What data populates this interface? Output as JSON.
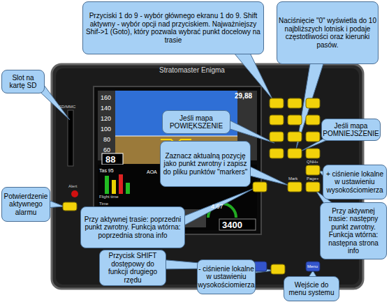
{
  "diagram": {
    "nodes": [
      {
        "text": [
          "Przyciski 1 do 9 - wybór głównego ekranu 1 do 9. Shift aktywny - wybór opcji nad przyciskiem. Najważniejszy Shif->1 (Goto), który pozwala wybrać punkt docelowy na trasie"
        ]
      },
      {
        "text": [
          "Naciśnięcie \"0\" wyświetla do 10 najbliższych lotnisk i podaje częstotliwości oraz kierunki pasów."
        ]
      },
      {
        "text": [
          "Slot na kartę SD"
        ]
      },
      {
        "text": [
          "Jeśli mapa POWIĘKSZENIE"
        ]
      },
      {
        "text": [
          "Jeśli mapa POMNIEJSZENIE"
        ]
      },
      {
        "text": [
          "Zaznacz aktualną pozycję jako punkt zwrotny i zapisz do pliku punktów \"markers\""
        ]
      },
      {
        "text": [
          "+ ciśnienie lokalne w ustawieniu wysokościomierza"
        ]
      },
      {
        "text": [
          "Potwierdzenie aktywnego alarmu"
        ]
      },
      {
        "text": [
          "Przy aktywnej trasie: poprzedni punkt zwrotny. Funkcja wtórna: poprzednia strona info"
        ]
      },
      {
        "text": [
          "Przy aktywnej trasie: następny punkt zwrotny. Funkcja wtórna: następna strona info"
        ]
      },
      {
        "text": [
          "Przycisk SHIFT dostępowy do funkcji drugiego rzędu"
        ]
      },
      {
        "text": [
          "- ciśnienie lokalne w ustawieniu wysokościomierza"
        ]
      },
      {
        "text": [
          "Wejście do menu systemu"
        ]
      }
    ],
    "labels": [
      "Stratomaster Enigma",
      "SD/MMC",
      "Alert",
      "160",
      "140",
      "120",
      "100",
      "80",
      "60",
      "29,88",
      "88",
      "Tas 95",
      "AOA",
      "Flight time",
      "Time",
      "4.67",
      "3400",
      "QNH+",
      "Mark",
      "Page+",
      "Menu"
    ]
  }
}
